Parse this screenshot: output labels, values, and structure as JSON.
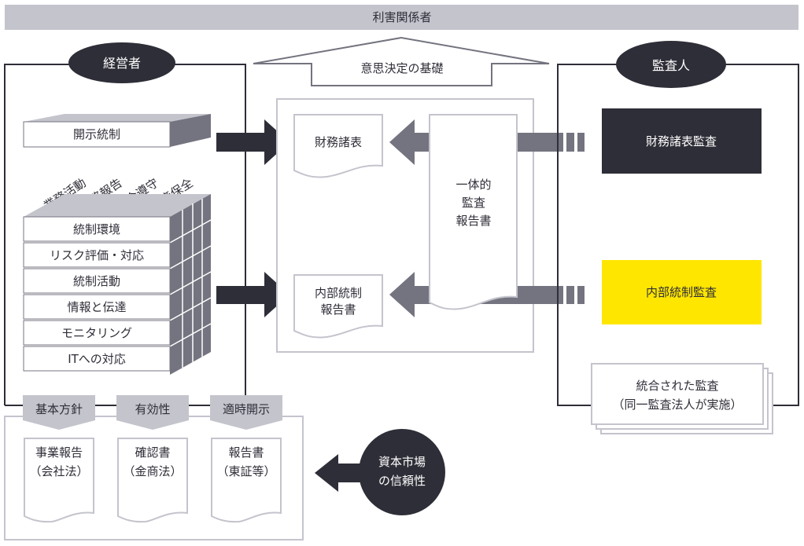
{
  "stakeholders": {
    "label": "利害関係者"
  },
  "decision_basis": {
    "label": "意思決定の基礎"
  },
  "management": {
    "label": "経営者",
    "disclosure_control": "開示統制",
    "objectives": [
      "業務活動",
      "財務報告",
      "法令遵守",
      "資産保全"
    ],
    "components": [
      "統制環境",
      "リスク評価・対応",
      "統制活動",
      "情報と伝達",
      "モニタリング",
      "ITへの対応"
    ]
  },
  "center": {
    "financial_statements": "財務諸表",
    "internal_control_report": [
      "内部統制",
      "報告書"
    ],
    "integrated_audit_report": [
      "一体的",
      "監査",
      "報告書"
    ]
  },
  "auditor": {
    "label": "監査人",
    "financial_statement_audit": "財務諸表監査",
    "internal_control_audit": "内部統制監査",
    "integrated_audit": [
      "統合された監査",
      "（同一監査法人が実施）"
    ]
  },
  "bottom": {
    "tabs": [
      "基本方針",
      "有効性",
      "適時開示"
    ],
    "documents": [
      [
        "事業報告",
        "（会社法）"
      ],
      [
        "確認書",
        "（金商法）"
      ],
      [
        "報告書",
        "（東証等）"
      ]
    ],
    "capital_market": [
      "資本市場",
      "の信頼性"
    ]
  },
  "colors": {
    "dark": "#2e2e38",
    "gray_arrow": "#747480",
    "light_gray": "#c4c4cd",
    "yellow": "#ffe600",
    "border_gray": "#c4c4cd"
  }
}
